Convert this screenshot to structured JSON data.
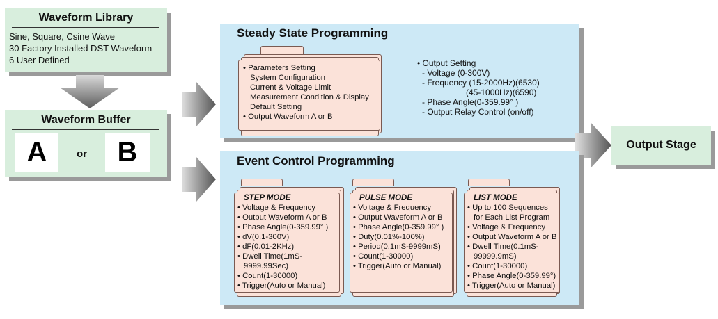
{
  "library": {
    "title": "Waveform  Library",
    "lines": [
      "Sine, Square, Csine Wave",
      "30 Factory Installed DST Waveform",
      "6 User Defined"
    ]
  },
  "buffer": {
    "title": "Waveform  Buffer",
    "a": "A",
    "or": "or",
    "b": "B"
  },
  "steady": {
    "title": "Steady State Programming",
    "params": [
      "• Parameters Setting",
      "System Configuration",
      "Current & Voltage Limit",
      "Measurement Condition & Display",
      "Default Setting",
      "• Output Waveform A or B"
    ],
    "output": [
      "• Output Setting",
      "- Voltage (0-300V)",
      "- Frequency (15-2000Hz)(6530)",
      "(45-1000Hz)(6590)",
      "- Phase Angle(0-359.99° )",
      "- Output Relay Control (on/off)"
    ]
  },
  "event": {
    "title": "Event Control Programming",
    "step": {
      "title": "STEP MODE",
      "items": [
        "• Voltage & Frequency",
        "• Output Waveform A or B",
        "• Phase Angle(0-359.99° )",
        "• dV(0.1-300V)",
        "• dF(0.01-2KHz)",
        "• Dwell Time(1mS-",
        "9999.99Sec)",
        "• Count(1-30000)",
        "• Trigger(Auto or Manual)"
      ]
    },
    "pulse": {
      "title": "PULSE MODE",
      "items": [
        "• Voltage & Frequency",
        "• Output Waveform A or B",
        "• Phase Angle(0-359.99° )",
        "• Duty(0.01%-100%)",
        "• Period(0.1mS-9999mS)",
        "• Count(1-30000)",
        "• Trigger(Auto or Manual)"
      ]
    },
    "list": {
      "title": "LIST MODE",
      "items": [
        "• Up to 100 Sequences",
        "for Each List Program",
        "• Voltage & Frequency",
        "• Output Waveform A or B",
        "• Dwell Time(0.1mS-",
        "99999.9mS)",
        "• Count(1-30000)",
        "• Phase Angle(0-359.99°)",
        "• Trigger(Auto or Manual)"
      ]
    }
  },
  "output_stage": {
    "title": "Output Stage"
  }
}
